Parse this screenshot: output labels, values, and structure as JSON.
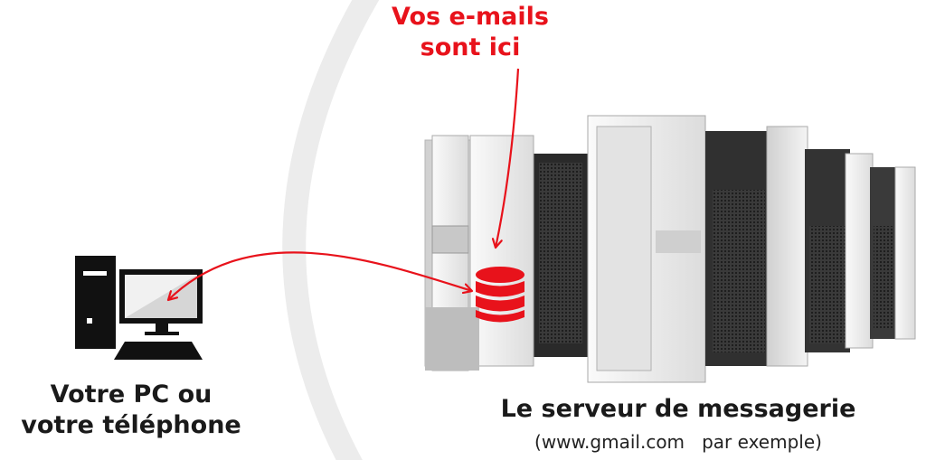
{
  "annotation": {
    "line1": "Vos e-mails",
    "line2": "sont ici"
  },
  "pc": {
    "line1": "Votre PC ou",
    "line2": "votre téléphone",
    "icon": "desktop-computer-icon"
  },
  "server": {
    "title": "Le serveur de messagerie",
    "subtitle": "(www.gmail.com   par exemple)",
    "icon": "database-icon"
  },
  "colors": {
    "accent": "#e8121b",
    "text": "#1a1a1a",
    "arc": "#e9e9e9"
  }
}
